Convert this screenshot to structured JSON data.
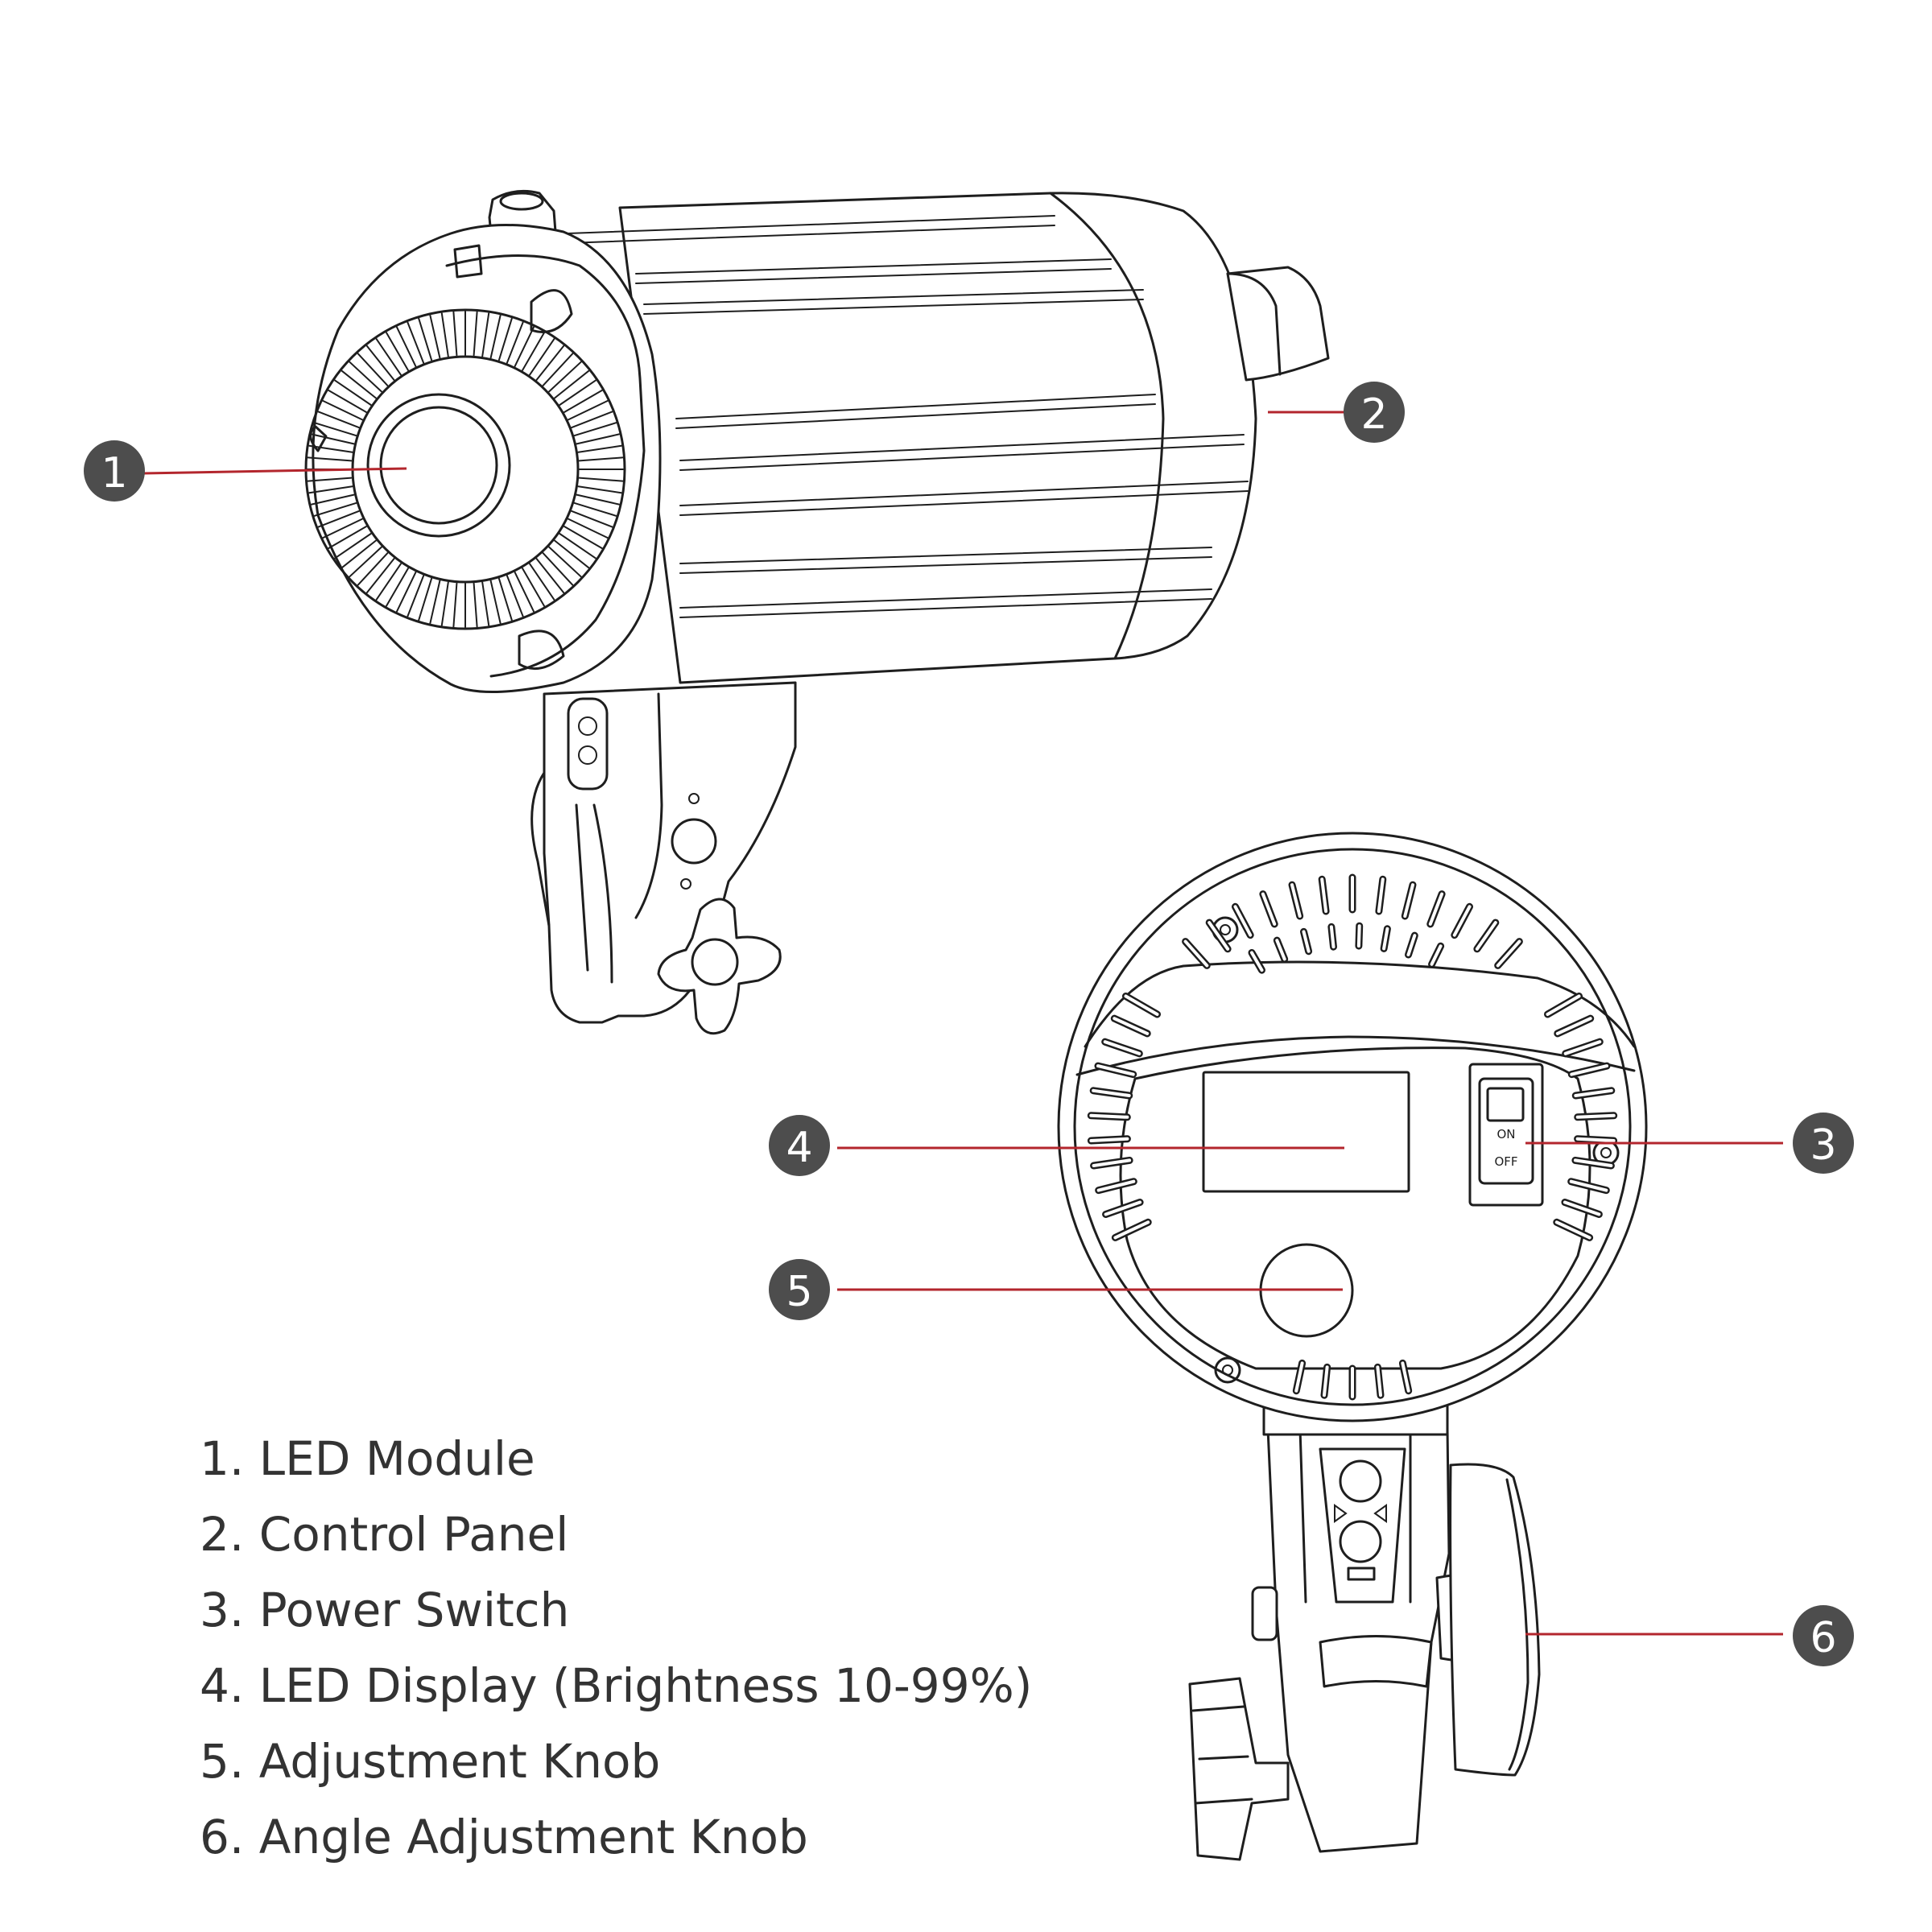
{
  "callouts": [
    {
      "num": "1"
    },
    {
      "num": "2"
    },
    {
      "num": "3"
    },
    {
      "num": "4"
    },
    {
      "num": "5"
    },
    {
      "num": "6"
    }
  ],
  "switch": {
    "on": "ON",
    "off": "OFF"
  },
  "legend": [
    "1. LED Module",
    "2. Control Panel",
    "3. Power Switch",
    "4. LED Display (Brightness 10-99%)",
    "5. Adjustment Knob",
    "6. Angle Adjustment Knob"
  ],
  "colors": {
    "leader": "#b3262d",
    "badge": "#4d4d4d",
    "line": "#1e1e1e",
    "legend_text": "#333333"
  }
}
